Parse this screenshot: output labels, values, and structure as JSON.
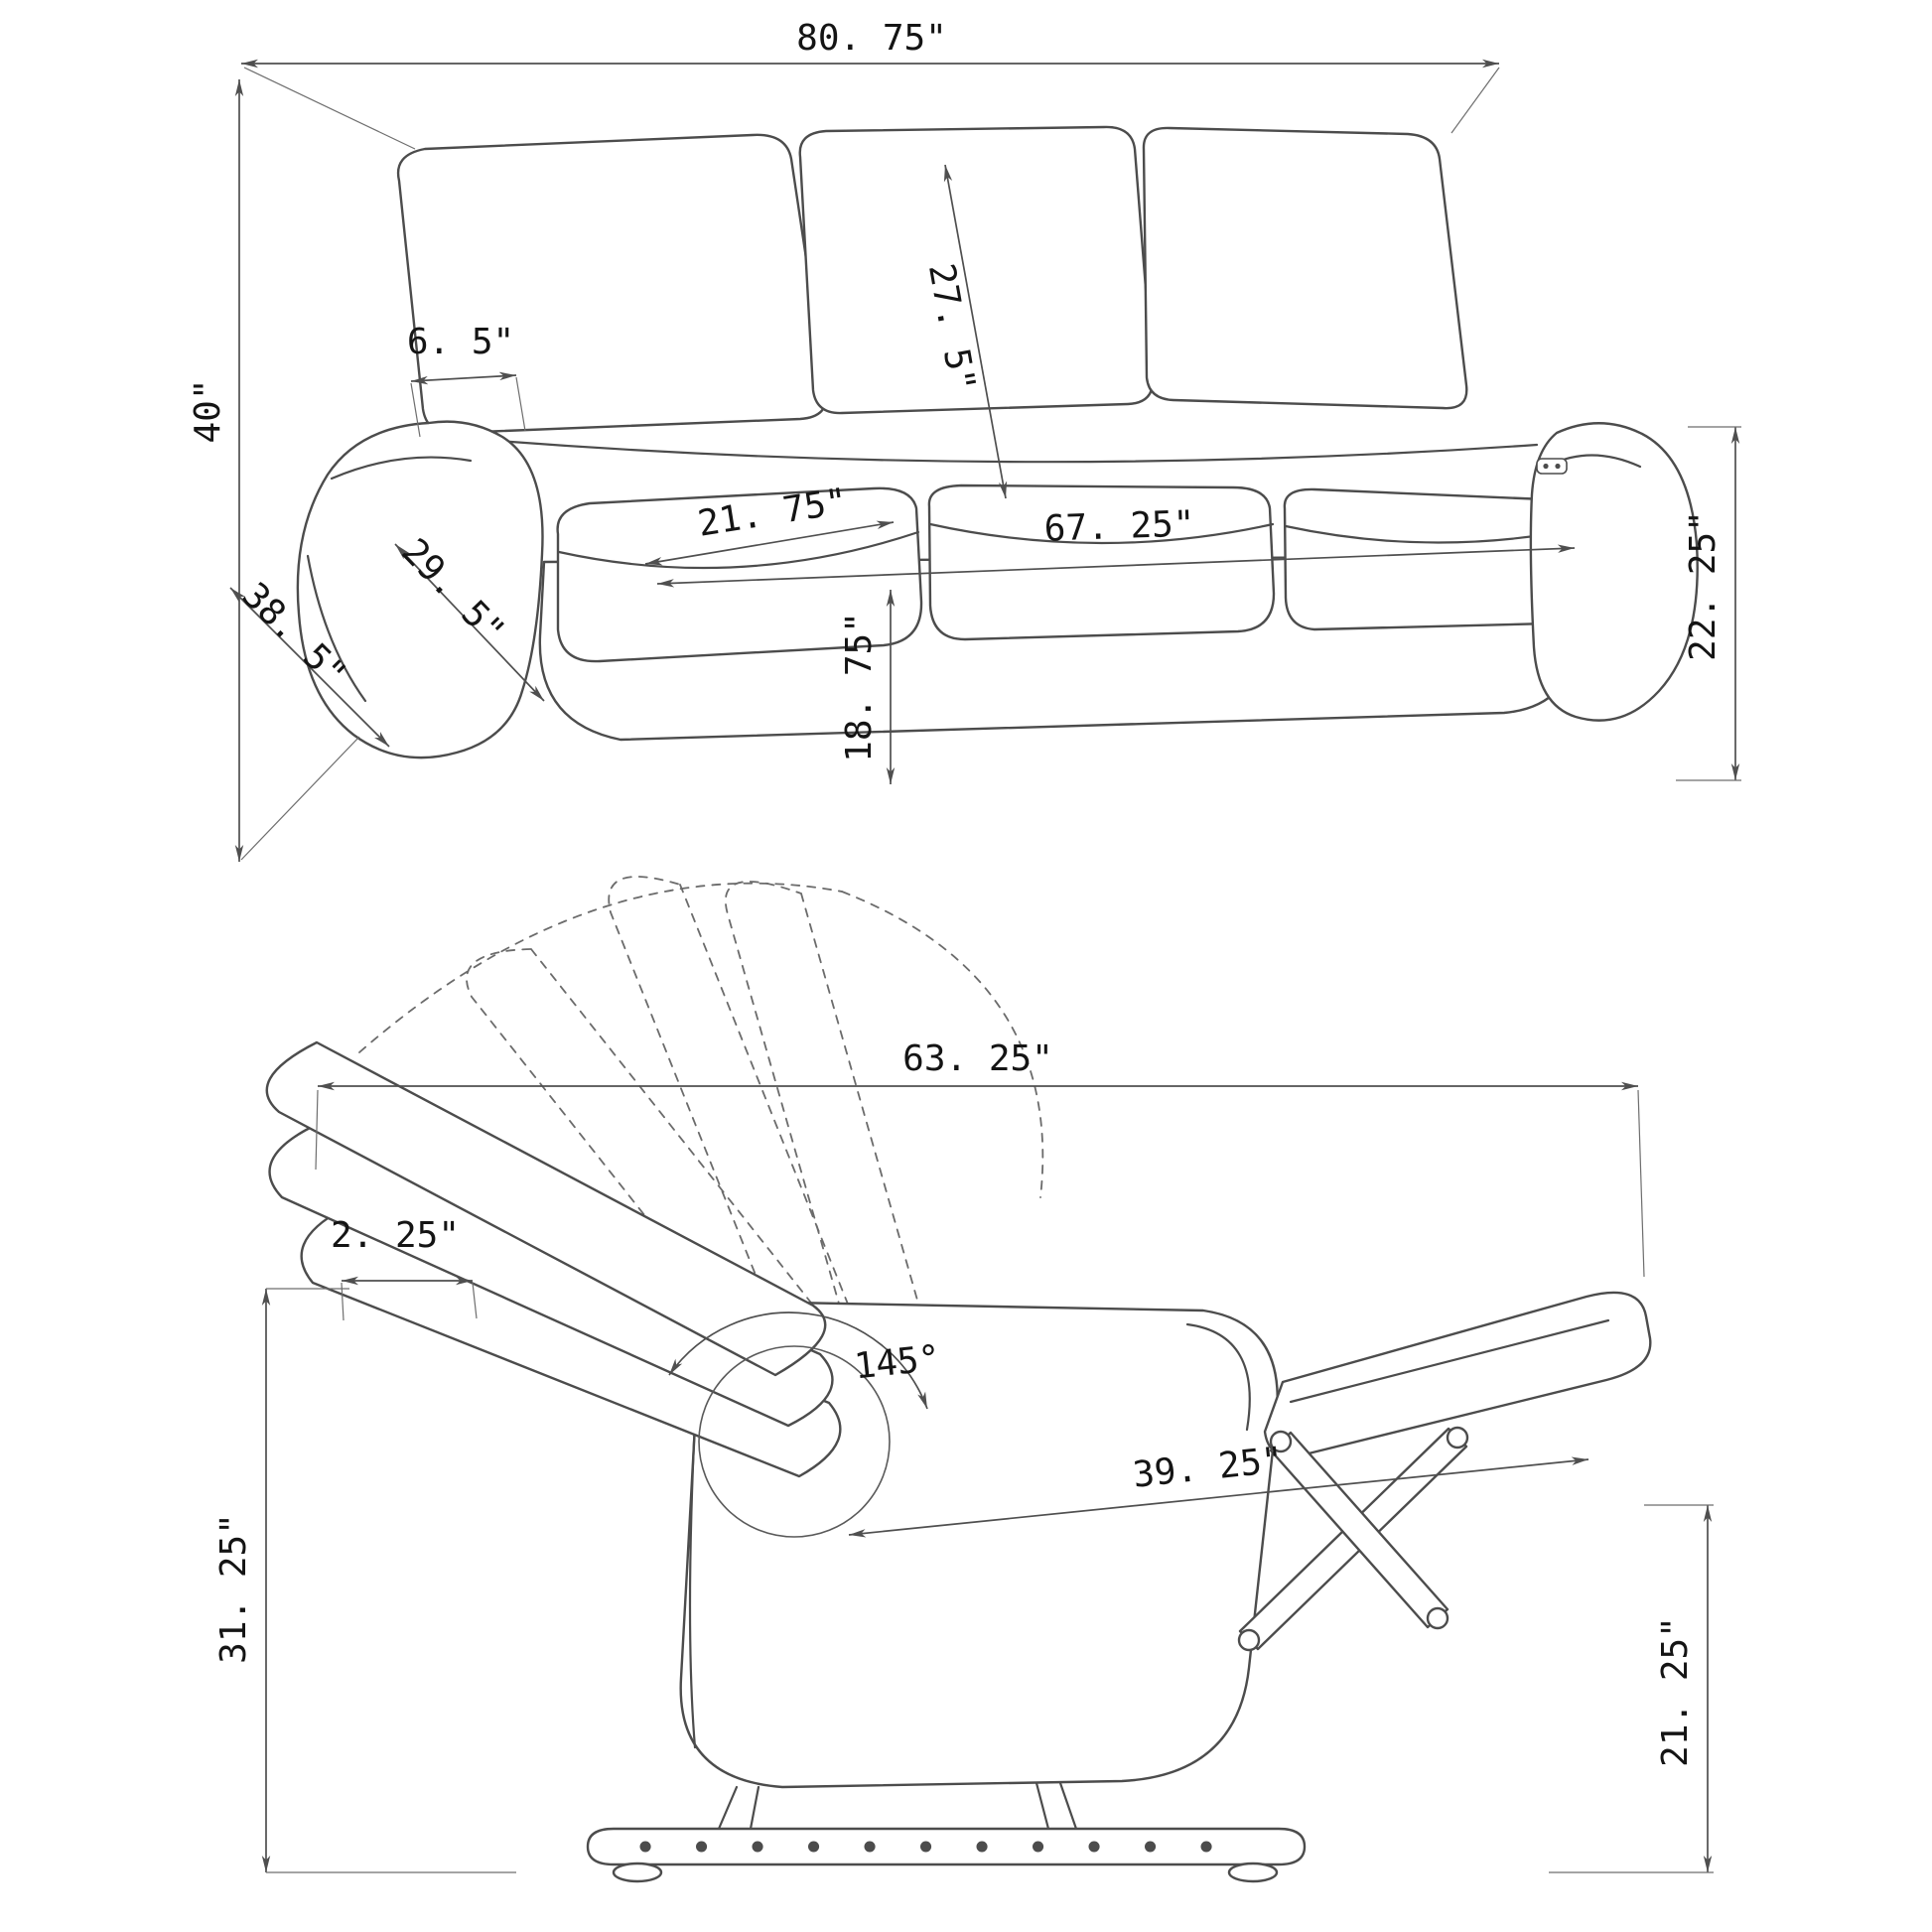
{
  "drawing": {
    "kind": "furniture-dimension-diagram",
    "line_color": "#4c4c4c",
    "background": "#ffffff"
  },
  "sofa": {
    "width": "80. 75\"",
    "height": "40\"",
    "back_cushion": "27. 5\"",
    "arm_top": "6. 5\"",
    "seat_cushion": "21. 75\"",
    "interior": "67. 25\"",
    "arm_depth": "29. 5\"",
    "seat_height": "18. 75\"",
    "depth": "38. 5\"",
    "arm_height": "22. 25\""
  },
  "recliner": {
    "length": "63. 25\"",
    "wall_clearance": "2. 25\"",
    "recline_angle": "145°",
    "extension": "39. 25\"",
    "height": "31. 25\"",
    "footrest_height": "21. 25\""
  }
}
